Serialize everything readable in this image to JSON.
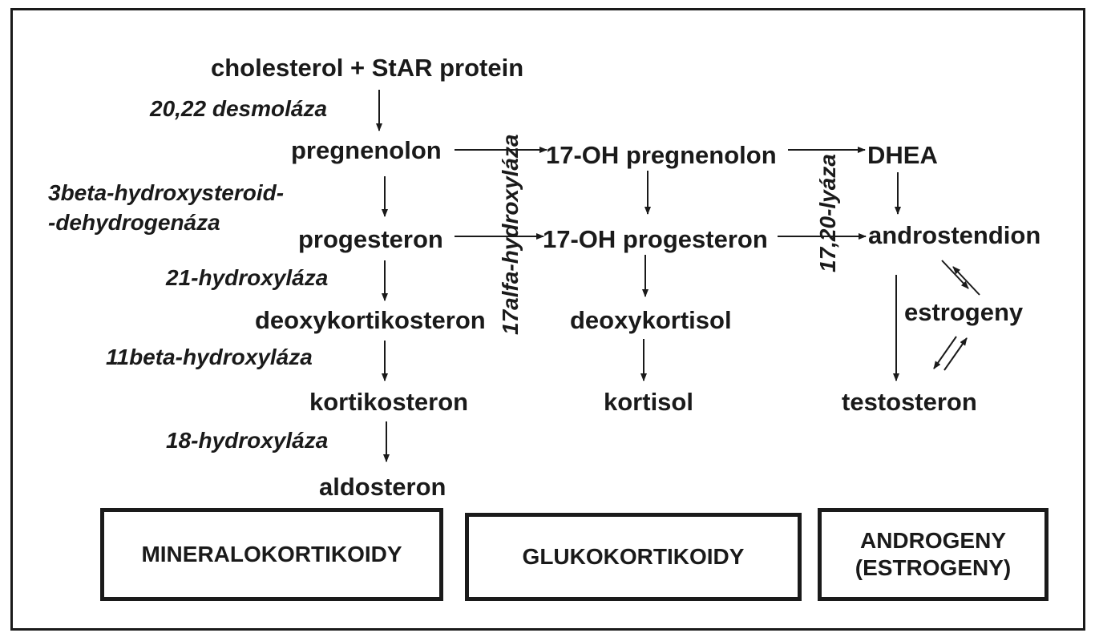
{
  "compounds": {
    "cholesterol": "cholesterol + StAR protein",
    "pregnenolon": "pregnenolon",
    "oh_pregnenolon": "17-OH pregnenolon",
    "dhea": "DHEA",
    "progesteron": "progesteron",
    "oh_progesteron": "17-OH progesteron",
    "androstendion": "androstendion",
    "deoxykortikosteron": "deoxykortikosteron",
    "deoxykortisol": "deoxykortisol",
    "estrogeny": "estrogeny",
    "kortikosteron": "kortikosteron",
    "kortisol": "kortisol",
    "testosteron": "testosteron",
    "aldosteron": "aldosteron"
  },
  "enzymes": {
    "desmolaza": "20,22 desmoláza",
    "hsd_line1": "3beta-hydroxysteroid-",
    "hsd_line2": "-dehydrogenáza",
    "hydroxylaza21": "21-hydroxyláza",
    "hydroxylaza11": "11beta-hydroxyláza",
    "hydroxylaza18": "18-hydroxyláza",
    "alfa17": "17alfa-hydroxyláza",
    "lyaza": "17,20-lyáza"
  },
  "groups": {
    "mineralo": "MINERALOKORTIKOIDY",
    "gluko": "GLUKOKORTIKOIDY",
    "andro": "ANDROGENY\n(ESTROGENY)"
  },
  "colors": {
    "ink": "#1a1a1a",
    "background": "#ffffff"
  }
}
